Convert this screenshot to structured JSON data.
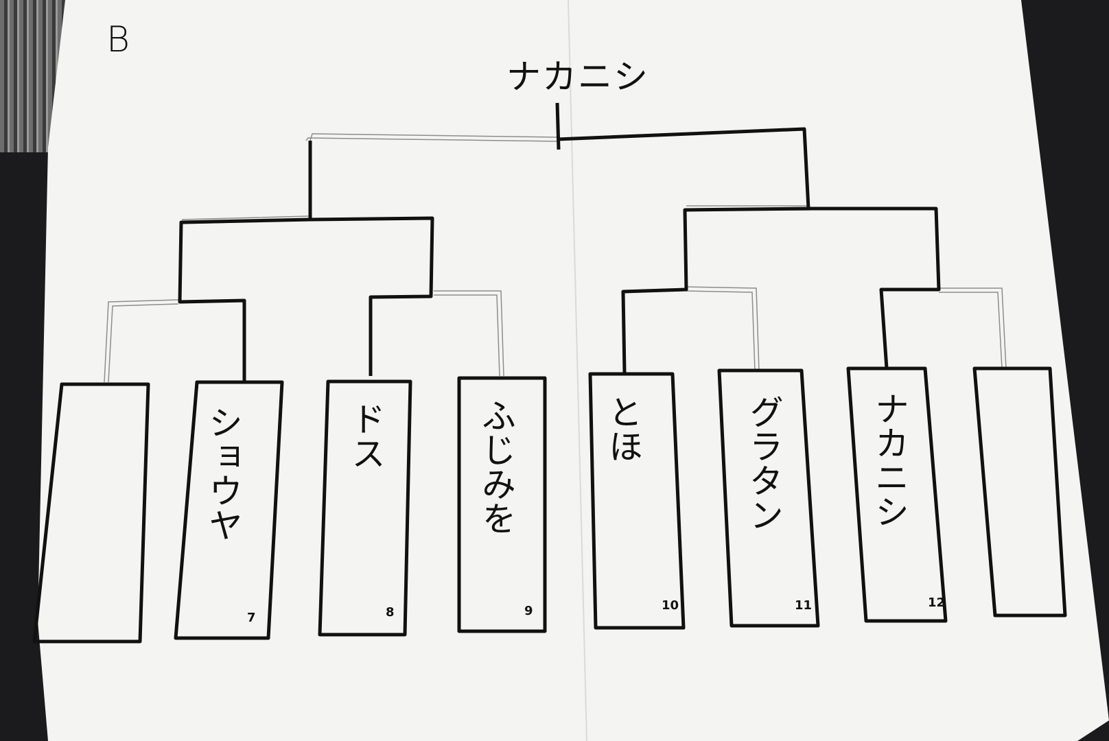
{
  "bracket": {
    "group_label": "B",
    "winner": "ナカニシ",
    "entrants": [
      {
        "name": "",
        "number": ""
      },
      {
        "name": "ショウヤ",
        "number": "7"
      },
      {
        "name": "ドス",
        "number": "8"
      },
      {
        "name": "ふじみを",
        "number": "9"
      },
      {
        "name": "とほ",
        "number": "10"
      },
      {
        "name": "グラタン",
        "number": "11"
      },
      {
        "name": "ナカニシ",
        "number": "12"
      },
      {
        "name": "",
        "number": ""
      }
    ]
  }
}
